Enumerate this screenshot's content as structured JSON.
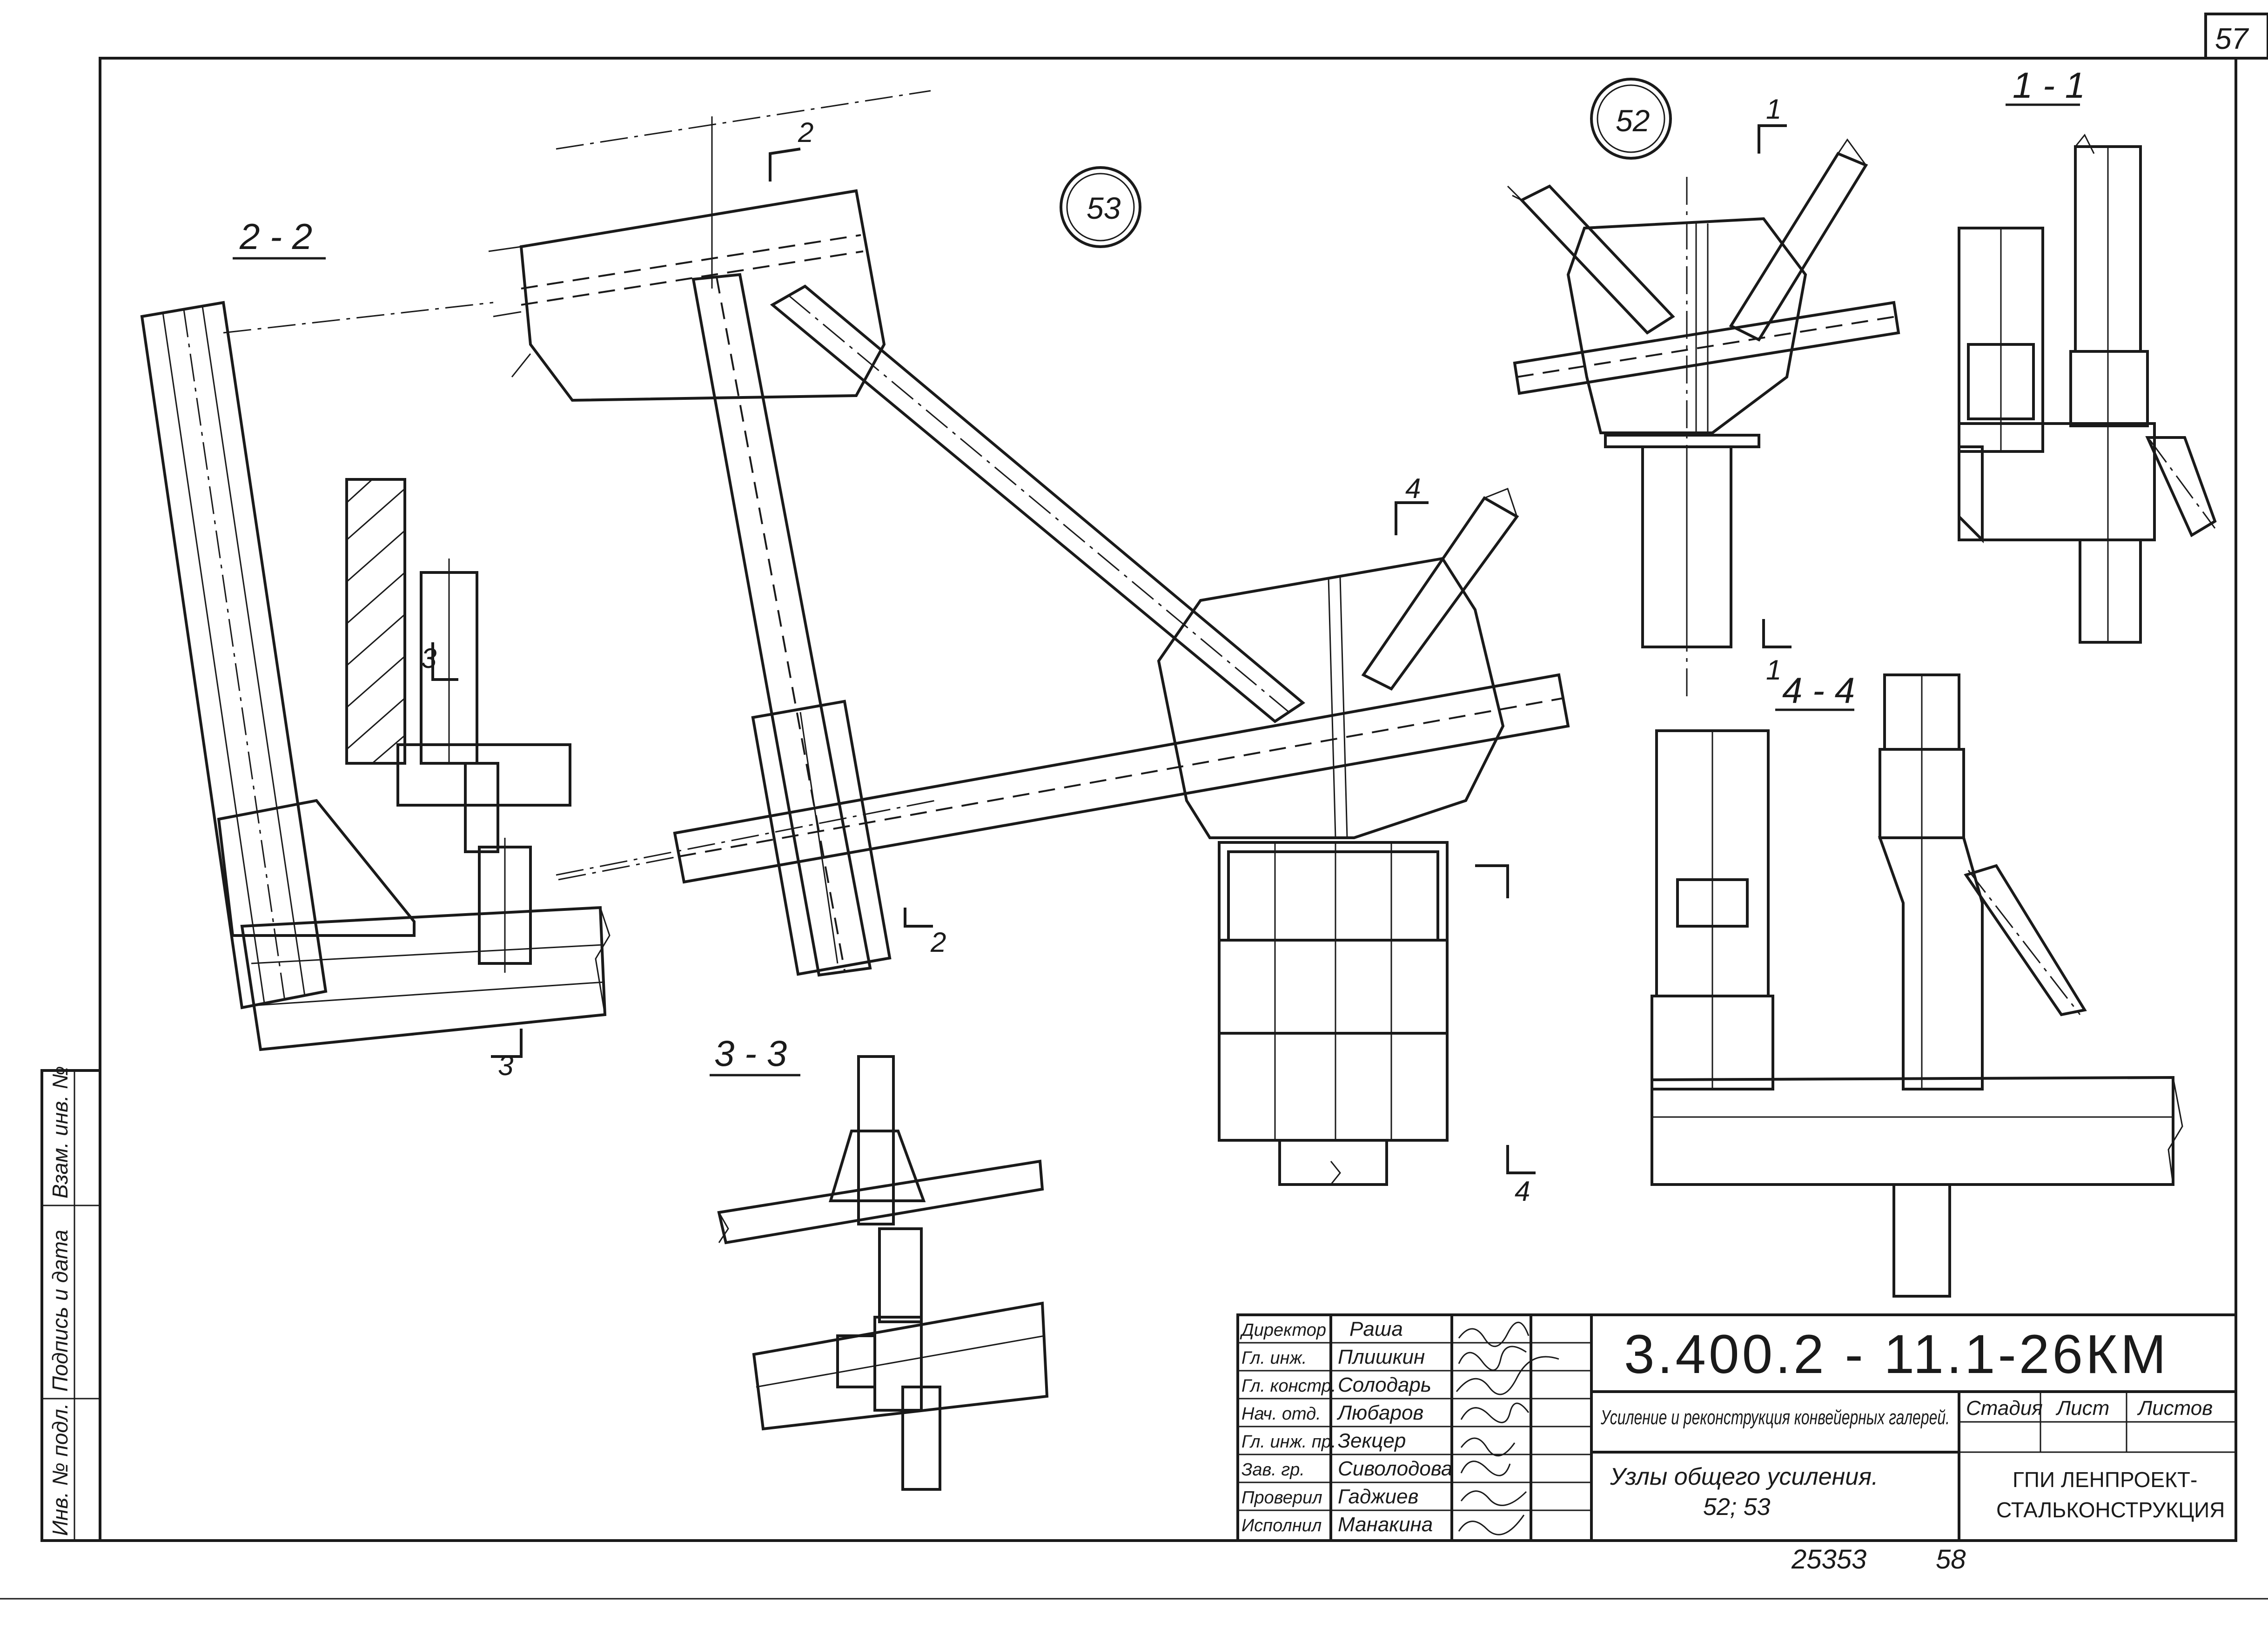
{
  "sheet": {
    "corner_number": "57",
    "archive_number": "25353",
    "archive_page": "58"
  },
  "sections": {
    "s2": "2 - 2",
    "s3": "3 - 3",
    "s1": "1 - 1",
    "s4": "4 - 4"
  },
  "nodes": {
    "n53": "53",
    "n52": "52"
  },
  "cut_marks": {
    "c2_top": "2",
    "c2_bottom": "2",
    "c3_top": "3",
    "c3_bottom": "3",
    "c4_top": "4",
    "c4_bottom": "4",
    "c1_top": "1",
    "c1_bottom": "1"
  },
  "side_stamp": {
    "inv_orig": "Инв. № подл.",
    "sign_date": "Подпись и дата",
    "inv_replace": "Взам. инв. №"
  },
  "title_block": {
    "code": "3.400.2 - 11.1-26КМ",
    "project_title": "Усиление и реконструкция конвейерных галерей.",
    "sheet_title_line1": "Узлы общего усиления.",
    "sheet_title_line2": "52; 53",
    "stage_label": "Стадия",
    "sheet_label": "Лист",
    "sheets_label": "Листов",
    "organization_line1": "ГПИ ЛЕНПРОЕКТ-",
    "organization_line2": "СТАЛЬКОНСТРУКЦИЯ",
    "staff": [
      {
        "role": "Директор",
        "name": "Раша"
      },
      {
        "role": "Гл. инж.",
        "name": "Плишкин"
      },
      {
        "role": "Гл. констр.",
        "name": "Солодарь"
      },
      {
        "role": "Нач. отд.",
        "name": "Любаров"
      },
      {
        "role": "Гл. инж. пр.",
        "name": "Зекцер"
      },
      {
        "role": "Зав. гр.",
        "name": "Сиволодова"
      },
      {
        "role": "Проверил",
        "name": "Гаджиев"
      },
      {
        "role": "Исполнил",
        "name": "Манакина"
      }
    ]
  }
}
